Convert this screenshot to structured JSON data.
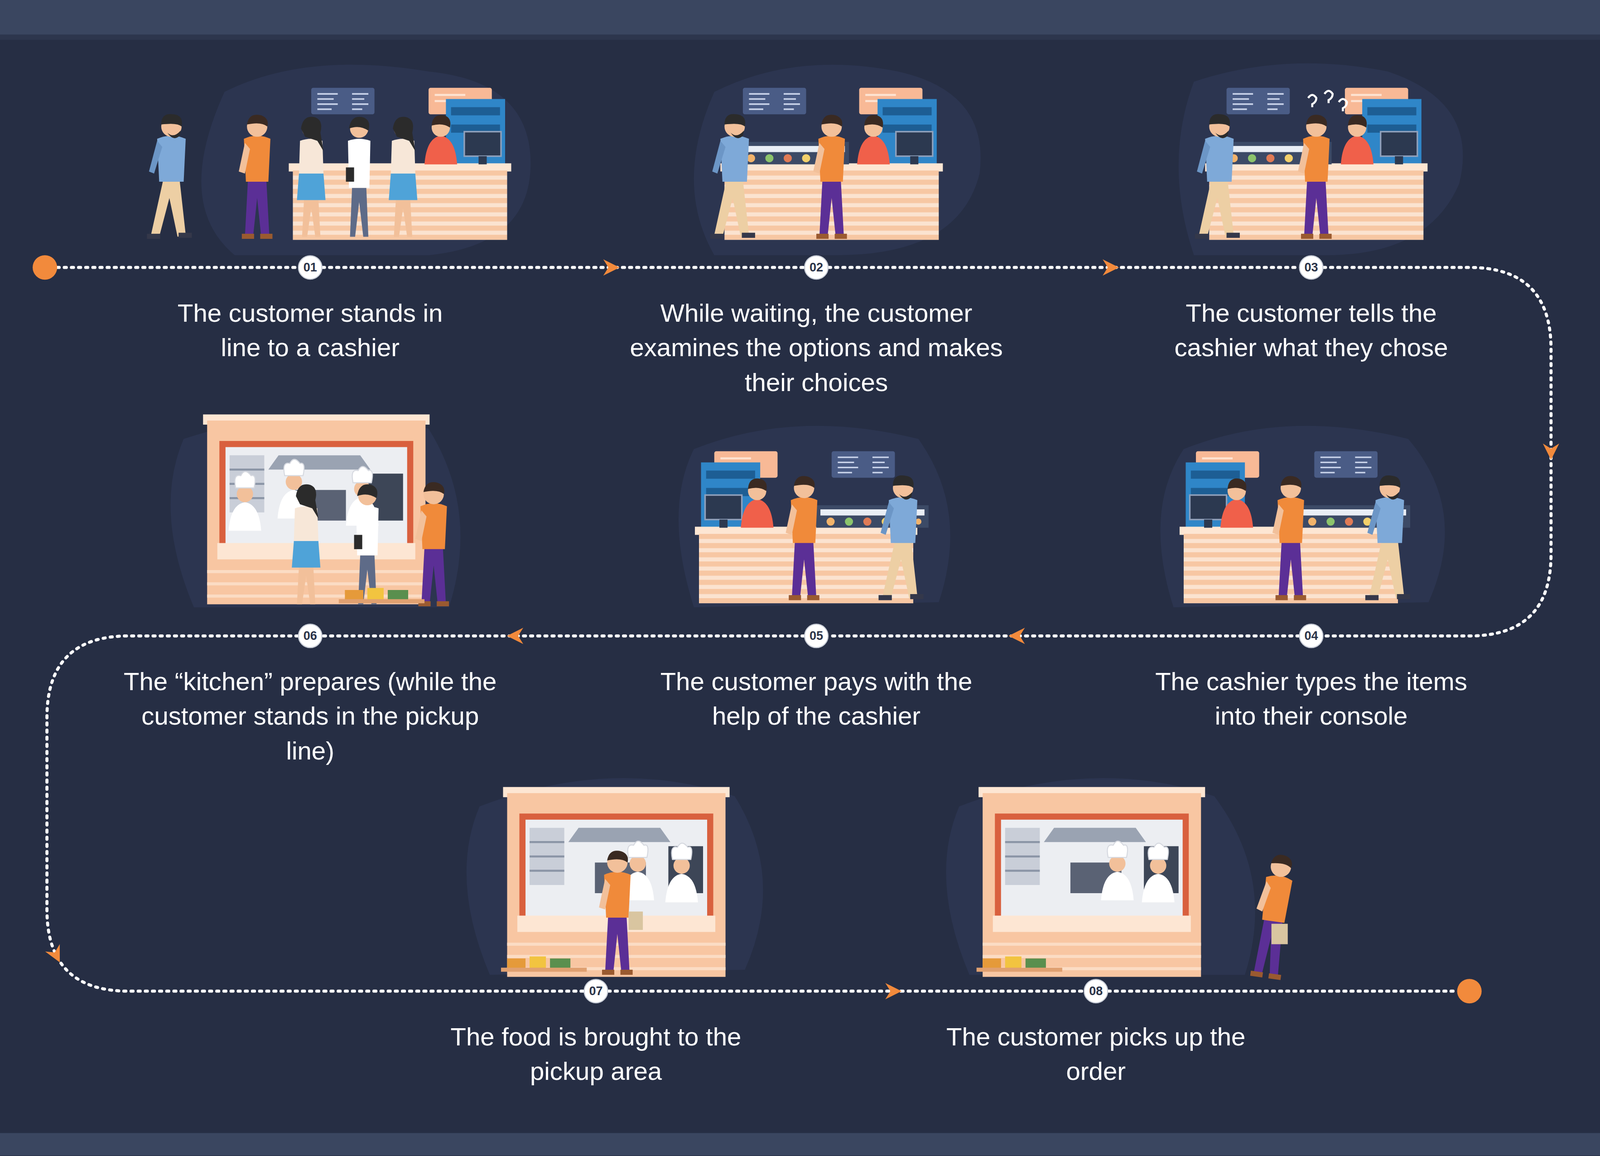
{
  "diagram": {
    "nodes": [
      {
        "text": [
          "01",
          "The customer stands in line to a cashier"
        ]
      },
      {
        "text": [
          "02",
          "While waiting, the customer examines the options and makes their choices"
        ]
      },
      {
        "text": [
          "03",
          "The customer tells the cashier what they chose"
        ]
      },
      {
        "text": [
          "04",
          "The cashier types the items into their console"
        ]
      },
      {
        "text": [
          "05",
          "The customer pays with the help of the cashier"
        ]
      },
      {
        "text": [
          "06",
          "The “kitchen” prepares (while the customer stands in the pickup line)"
        ]
      },
      {
        "text": [
          "07",
          "The food is brought to the pickup area"
        ]
      },
      {
        "text": [
          "08",
          "The customer picks up the order"
        ]
      }
    ],
    "edges": [
      {
        "from": 0,
        "to": 1,
        "arrow": "to"
      },
      {
        "from": 1,
        "to": 2,
        "arrow": "to"
      },
      {
        "from": 2,
        "to": 3,
        "arrow": "to"
      },
      {
        "from": 3,
        "to": 4,
        "arrow": "to"
      },
      {
        "from": 4,
        "to": 5,
        "arrow": "to"
      },
      {
        "from": 5,
        "to": 6,
        "arrow": "to"
      },
      {
        "from": 6,
        "to": 7,
        "arrow": "to"
      }
    ]
  }
}
